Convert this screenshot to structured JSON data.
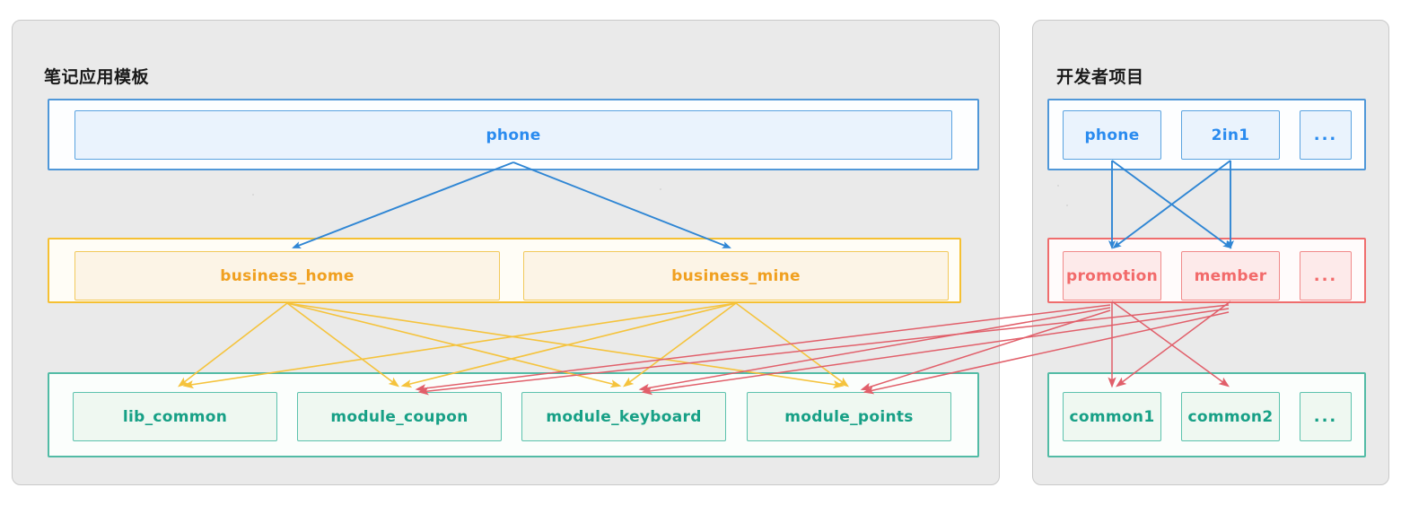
{
  "panels": [
    {
      "id": "notes-app-template",
      "title": "笔记应用模板",
      "rows": [
        {
          "id": "app-layer",
          "color": "#4f97d8",
          "nodes": [
            {
              "label": "phone"
            }
          ]
        },
        {
          "id": "business-layer",
          "color": "#f5c033",
          "nodes": [
            {
              "label": "business_home"
            },
            {
              "label": "business_mine"
            }
          ]
        },
        {
          "id": "module-layer",
          "color": "#52bba5",
          "nodes": [
            {
              "label": "lib_common"
            },
            {
              "label": "module_coupon"
            },
            {
              "label": "module_keyboard"
            },
            {
              "label": "module_points"
            }
          ]
        }
      ]
    },
    {
      "id": "developer-project",
      "title": "开发者项目",
      "rows": [
        {
          "id": "dev-app-layer",
          "color": "#4f97d8",
          "nodes": [
            {
              "label": "phone"
            },
            {
              "label": "2in1"
            },
            {
              "label": "..."
            }
          ]
        },
        {
          "id": "dev-business-layer",
          "color": "#ef6d6d",
          "nodes": [
            {
              "label": "promotion"
            },
            {
              "label": "member"
            },
            {
              "label": "..."
            }
          ]
        },
        {
          "id": "dev-module-layer",
          "color": "#52bba5",
          "nodes": [
            {
              "label": "common1"
            },
            {
              "label": "common2"
            },
            {
              "label": "..."
            }
          ]
        }
      ]
    }
  ],
  "connector_colors": {
    "app_to_business": "#2f86d4",
    "business_to_module": "#f5c33c",
    "dev_business_to_module": "#e15f6a"
  },
  "edges": {
    "app_to_business": [
      {
        "from": "phone",
        "to": "business_home"
      },
      {
        "from": "phone",
        "to": "business_mine"
      }
    ],
    "business_to_module": [
      {
        "from": "business_home",
        "to": "lib_common"
      },
      {
        "from": "business_home",
        "to": "module_coupon"
      },
      {
        "from": "business_home",
        "to": "module_keyboard"
      },
      {
        "from": "business_home",
        "to": "module_points"
      },
      {
        "from": "business_mine",
        "to": "lib_common"
      },
      {
        "from": "business_mine",
        "to": "module_coupon"
      },
      {
        "from": "business_mine",
        "to": "module_keyboard"
      },
      {
        "from": "business_mine",
        "to": "module_points"
      }
    ],
    "dev_app_to_business": [
      {
        "from": "phone",
        "to": "promotion"
      },
      {
        "from": "phone",
        "to": "member"
      },
      {
        "from": "2in1",
        "to": "promotion"
      },
      {
        "from": "2in1",
        "to": "member"
      }
    ],
    "dev_business_to_module": [
      {
        "from": "promotion",
        "to": "common1"
      },
      {
        "from": "promotion",
        "to": "common2"
      },
      {
        "from": "member",
        "to": "common1"
      },
      {
        "from": "promotion",
        "to": "module_coupon"
      },
      {
        "from": "promotion",
        "to": "module_keyboard"
      },
      {
        "from": "promotion",
        "to": "module_points"
      },
      {
        "from": "member",
        "to": "module_coupon"
      },
      {
        "from": "member",
        "to": "module_keyboard"
      },
      {
        "from": "member",
        "to": "module_points"
      }
    ]
  }
}
